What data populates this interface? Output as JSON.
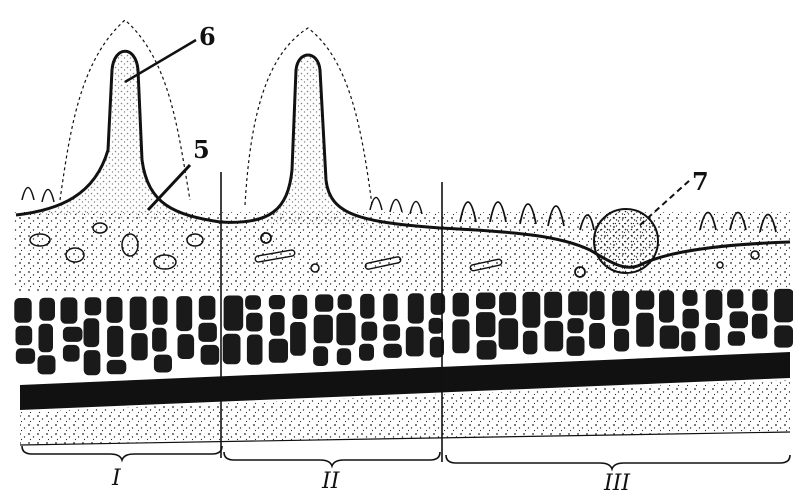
{
  "figure": {
    "callouts": [
      {
        "id": "callout-6",
        "label": "6"
      },
      {
        "id": "callout-5",
        "label": "5"
      },
      {
        "id": "callout-7",
        "label": "7"
      }
    ],
    "sections": [
      {
        "id": "section-1",
        "label": "I"
      },
      {
        "id": "section-2",
        "label": "II"
      },
      {
        "id": "section-3",
        "label": "III"
      }
    ],
    "colors": {
      "ink": "#111111",
      "paper": "#ffffff"
    }
  }
}
